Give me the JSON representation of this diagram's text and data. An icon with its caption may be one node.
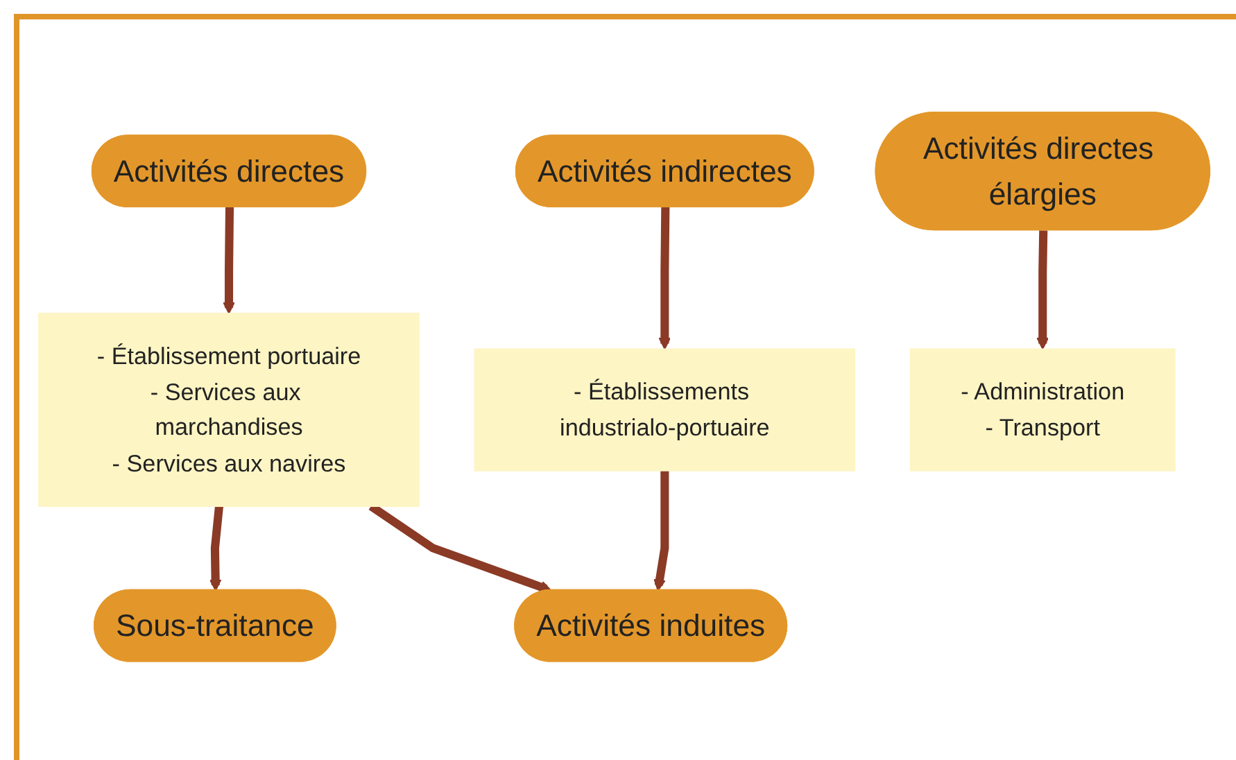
{
  "diagram": {
    "nodes": [
      {
        "text": [
          "Activités directes"
        ]
      },
      {
        "text": [
          "Activités indirectes"
        ]
      },
      {
        "text": [
          "Activités directes élargies"
        ]
      },
      {
        "text": [
          "- Établissement portuaire",
          "- Services aux marchandises",
          "- Services aux navires"
        ]
      },
      {
        "text": [
          "- Établissements industrialo-portuaire"
        ]
      },
      {
        "text": [
          "- Administration",
          "- Transport"
        ]
      },
      {
        "text": [
          "Sous-traitance"
        ]
      },
      {
        "text": [
          "Activités induites"
        ]
      }
    ],
    "edges": [
      {
        "from": 0,
        "to": 3,
        "arrow": "to"
      },
      {
        "from": 1,
        "to": 4,
        "arrow": "to"
      },
      {
        "from": 2,
        "to": 5,
        "arrow": "to"
      },
      {
        "from": 3,
        "to": 6,
        "arrow": "to"
      },
      {
        "from": 3,
        "to": 7,
        "arrow": "to"
      },
      {
        "from": 4,
        "to": 7,
        "arrow": "to"
      }
    ]
  }
}
